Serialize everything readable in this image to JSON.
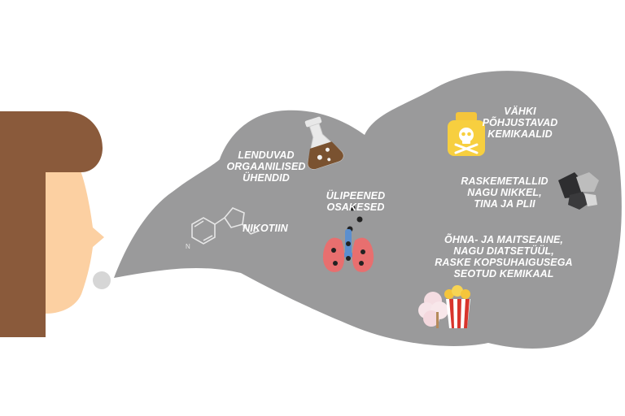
{
  "labels": {
    "volatile_organic": "LENDUVAD\nORGAANILISED\nÜHENDID",
    "nicotine": "NIKOTIIN",
    "ultrafine": "ÜLIPEENED\nOSAKESED",
    "carcinogens": "VÄHKI\nPÕHJUSTAVAD\nKEMIKAALID",
    "heavy_metals": "RASKEMETALLID\nNAGU NIKKEL,\nTINA JA PLII",
    "flavoring": "ÕHNA- JA MAITSEAINE,\nNAGU DIATSETÜÜL,\nRASKE KOPSUHAIGUSEGA\nSEOTUD KEMIKAAL"
  },
  "colors": {
    "cloud": "#9a9a9b",
    "hair": "#8a5a3b",
    "skin": "#fcd0a2",
    "puff": "#d6d6d6",
    "text": "#ffffff"
  },
  "icons": [
    "flask-icon",
    "nicotine-molecule-icon",
    "lungs-icon",
    "skull-bottle-icon",
    "metal-rocks-icon",
    "popcorn-icon"
  ]
}
